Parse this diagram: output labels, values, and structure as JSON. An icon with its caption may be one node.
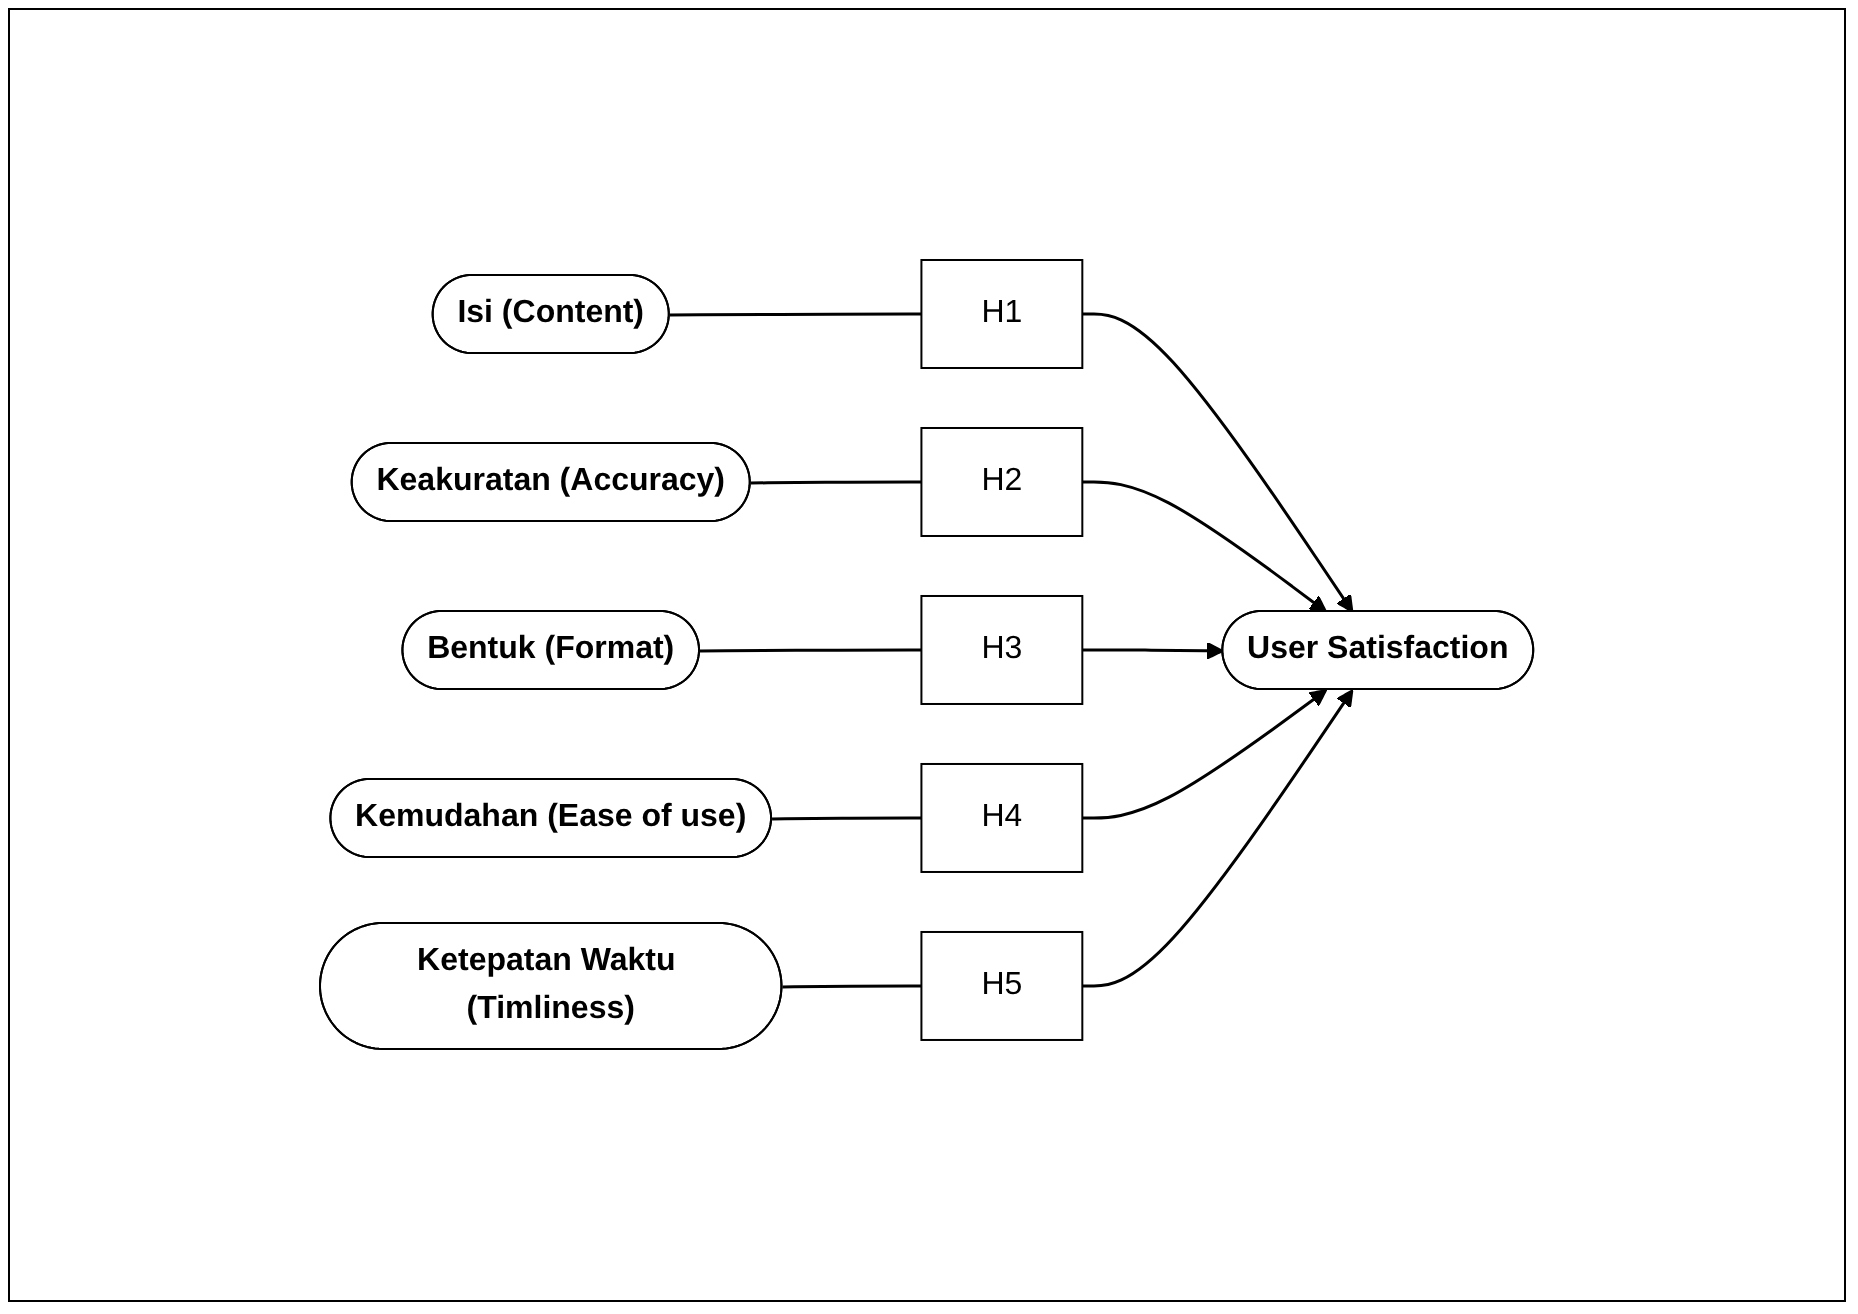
{
  "diagram": {
    "nodes": [
      {
        "text": [
          "Isi (Content)"
        ]
      },
      {
        "text": [
          "H1"
        ]
      },
      {
        "text": [
          "Keakuratan (Accuracy)"
        ]
      },
      {
        "text": [
          "H2"
        ]
      },
      {
        "text": [
          "Bentuk (Format)"
        ]
      },
      {
        "text": [
          "H3"
        ]
      },
      {
        "text": [
          "User Satisfaction"
        ]
      },
      {
        "text": [
          "Kemudahan (Ease of use)"
        ]
      },
      {
        "text": [
          "H4"
        ]
      },
      {
        "text": [
          "Ketepatan Waktu (Timliness)"
        ]
      },
      {
        "text": [
          "H5"
        ]
      }
    ],
    "edges": [
      {
        "from": 0,
        "to": 1,
        "arrow": "none"
      },
      {
        "from": 1,
        "to": 6,
        "arrow": "to"
      },
      {
        "from": 2,
        "to": 3,
        "arrow": "none"
      },
      {
        "from": 3,
        "to": 6,
        "arrow": "to"
      },
      {
        "from": 4,
        "to": 5,
        "arrow": "none"
      },
      {
        "from": 5,
        "to": 6,
        "arrow": "to"
      },
      {
        "from": 7,
        "to": 8,
        "arrow": "none"
      },
      {
        "from": 8,
        "to": 6,
        "arrow": "to"
      },
      {
        "from": 9,
        "to": 10,
        "arrow": "none"
      },
      {
        "from": 10,
        "to": 6,
        "arrow": "to"
      }
    ]
  }
}
